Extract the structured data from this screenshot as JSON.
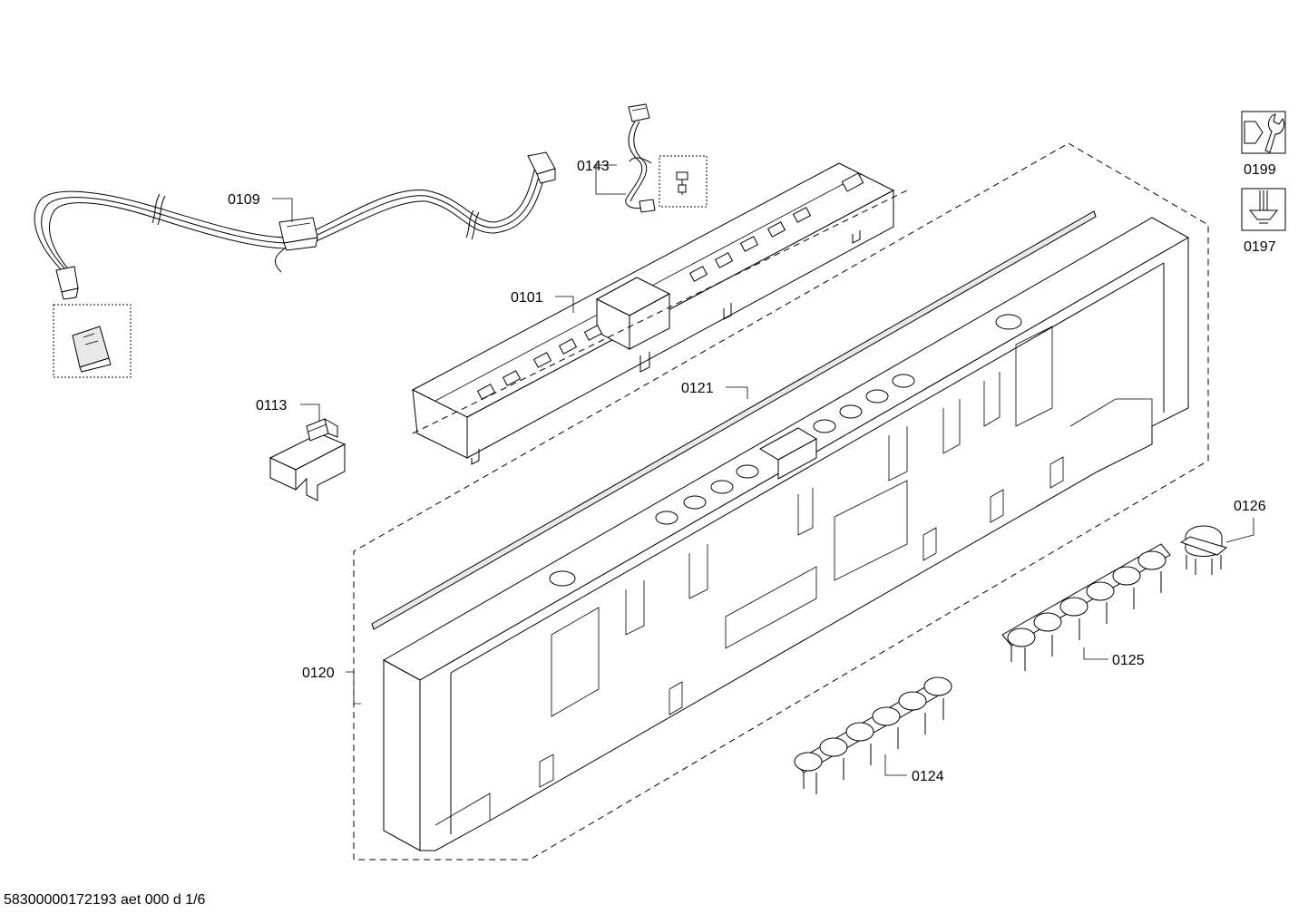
{
  "part_labels": {
    "p0109": "0109",
    "p0143": "0143",
    "p0101": "0101",
    "p0113": "0113",
    "p0121": "0121",
    "p0120": "0120",
    "p0126": "0126",
    "p0125": "0125",
    "p0124": "0124",
    "p0199": "0199",
    "p0197": "0197"
  },
  "footer": {
    "document_id": "58300000172193 aet 000 d 1/6"
  },
  "icons": {
    "tool_wrench": "wrench-nut-icon",
    "tool_screwdriver": "screwdriver-icon"
  }
}
